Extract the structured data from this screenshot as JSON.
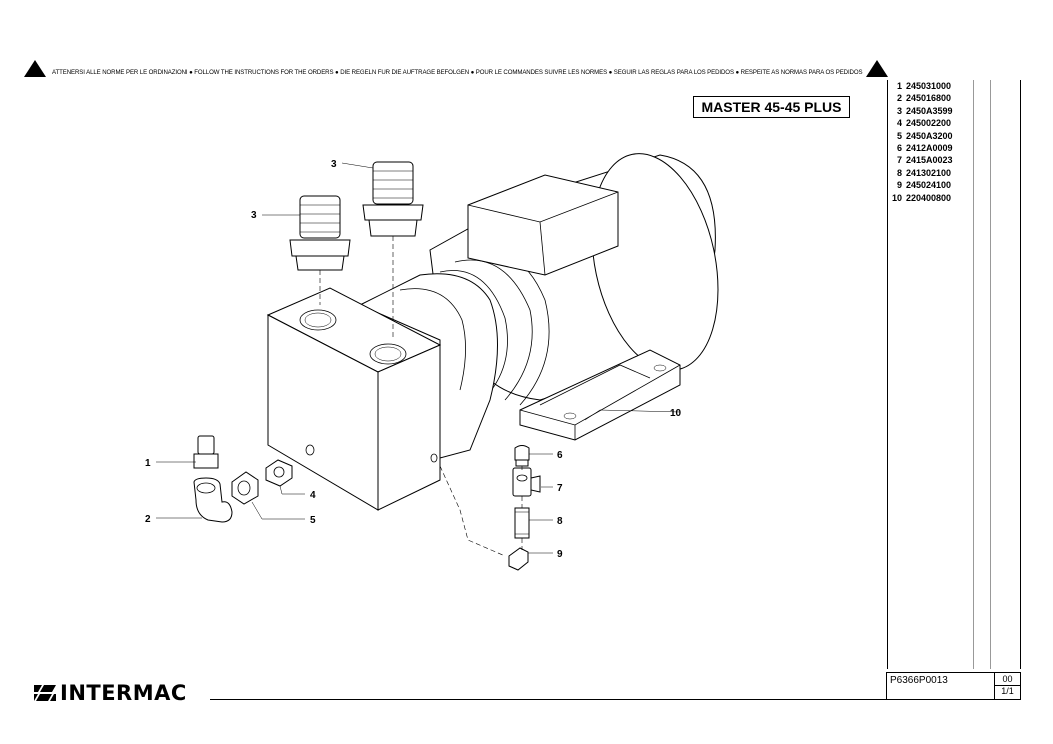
{
  "instructions_text": "ATTENERSI ALLE NORME PER LE ORDINAZIONI ● FOLLOW THE INSTRUCTIONS FOR THE ORDERS ● DIE REGELN FUR DIE AUFTRAGE BEFOLGEN ● POUR LE COMMANDES SUIVRE LES NORMES ● SEGUIR LAS REGLAS PARA LOS PEDIDOS ● RESPEITE AS NORMAS PARA OS PEDIDOS",
  "model_title": "MASTER 45-45 PLUS",
  "parts": [
    {
      "pos": "1",
      "code": "245031000"
    },
    {
      "pos": "2",
      "code": "245016800"
    },
    {
      "pos": "3",
      "code": "2450A3599"
    },
    {
      "pos": "4",
      "code": "245002200"
    },
    {
      "pos": "5",
      "code": "2450A3200"
    },
    {
      "pos": "6",
      "code": "2412A0009"
    },
    {
      "pos": "7",
      "code": "2415A0023"
    },
    {
      "pos": "8",
      "code": "241302100"
    },
    {
      "pos": "9",
      "code": "245024100"
    },
    {
      "pos": "10",
      "code": "220400800"
    }
  ],
  "callouts": {
    "c3a": "3",
    "c3b": "3",
    "c10": "10",
    "c6": "6",
    "c7": "7",
    "c8": "8",
    "c9": "9",
    "c1": "1",
    "c4": "4",
    "c2": "2",
    "c5": "5"
  },
  "document": {
    "code": "P6366P0013",
    "revision": "00",
    "sheet": "1/1"
  },
  "brand": "INTERMAC"
}
